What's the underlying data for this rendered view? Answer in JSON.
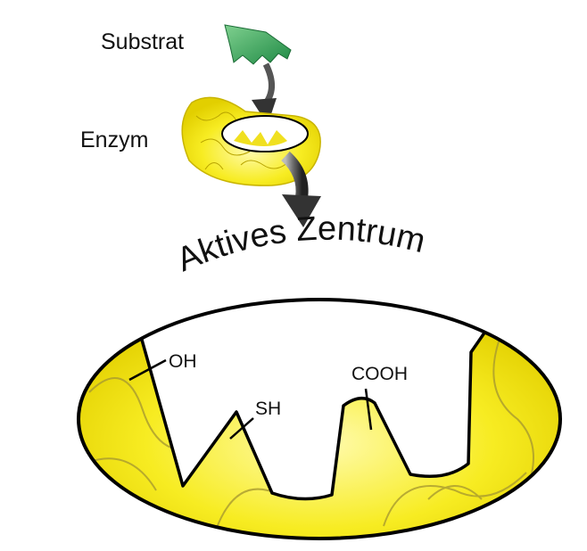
{
  "labels": {
    "substrate": "Substrat",
    "enzyme": "Enzym",
    "active_site": "Aktives Zentrum",
    "group_oh": "OH",
    "group_sh": "SH",
    "group_cooh": "COOH"
  },
  "colors": {
    "enzyme_yellow": "#f5ea1a",
    "substrate_green": "#3aa35a",
    "outline": "#000000"
  }
}
